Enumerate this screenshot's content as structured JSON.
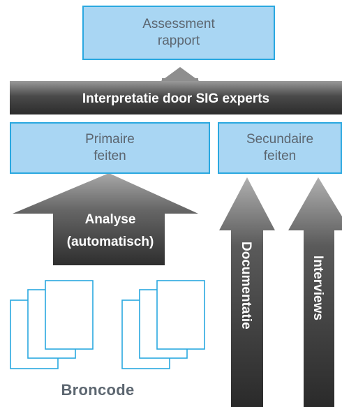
{
  "assessment_box": {
    "line1": "Assessment",
    "line2": "rapport"
  },
  "interpretation_bar": {
    "label": "Interpretatie door SIG experts"
  },
  "primary_facts_box": {
    "line1": "Primaire",
    "line2": "feiten"
  },
  "secondary_facts_box": {
    "line1": "Secundaire",
    "line2": "feiten"
  },
  "analysis_arrow": {
    "line1": "Analyse",
    "line2": "(automatisch)"
  },
  "documentation_arrow": {
    "label": "Documentatie"
  },
  "interviews_arrow": {
    "label": "Interviews"
  },
  "source_code": {
    "label": "Broncode"
  },
  "colors": {
    "box_fill": "#a9d6f3",
    "box_border": "#2aa8e0",
    "arrow_dark": "#3a3a3a",
    "doc_stroke": "#2aa8e0",
    "text_gray": "#5c6670"
  }
}
